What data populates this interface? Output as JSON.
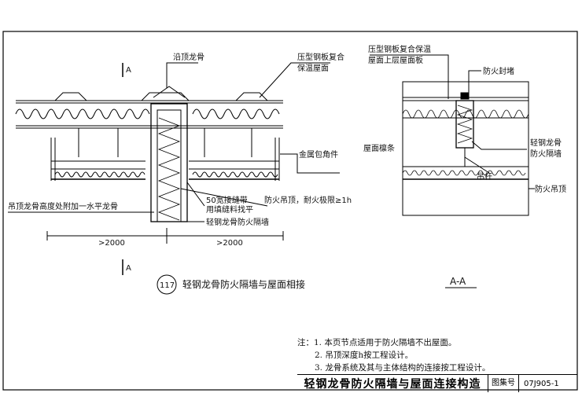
{
  "labels": {
    "section_a_top": "A",
    "section_a_bottom": "A",
    "top_track": "沿顶龙骨",
    "roof_panel_1": "压型钢板复合",
    "roof_panel_2": "保温屋面",
    "metal_angle": "金属包角件",
    "tape_1": "50宽接缝带",
    "tape_2": "用填缝料找平",
    "fire_ceiling": "防火吊顶，耐火极限≥1h",
    "hang_keel": "吊顶龙骨高度处附加一水平龙骨",
    "steel_wall": "轻钢龙骨防火隔墙",
    "dim_left": ">2000",
    "dim_right": ">2000",
    "detail_no": "117",
    "detail_title": "轻钢龙骨防火隔墙与屋面相接",
    "aa_roof_1": "压型钢板复合保温",
    "aa_roof_2": "屋面上层屋面板",
    "aa_seal": "防火封堵",
    "aa_purlin": "屋面檩条",
    "aa_rod": "吊杆",
    "aa_wall_1": "轻钢龙骨",
    "aa_wall_2": "防火隔墙",
    "aa_ceiling": "防火吊顶",
    "aa_title": "A-A"
  },
  "notes": [
    "注：1. 本页节点适用于防火隔墙不出屋面。",
    "2. 吊顶深度h按工程设计。",
    "3. 龙骨系统及其与主体结构的连接按工程设计。"
  ],
  "title_block": {
    "title": "轻钢龙骨防火隔墙与屋面连接构造",
    "atlas_label": "图集号",
    "atlas_no": "07J905-1"
  }
}
